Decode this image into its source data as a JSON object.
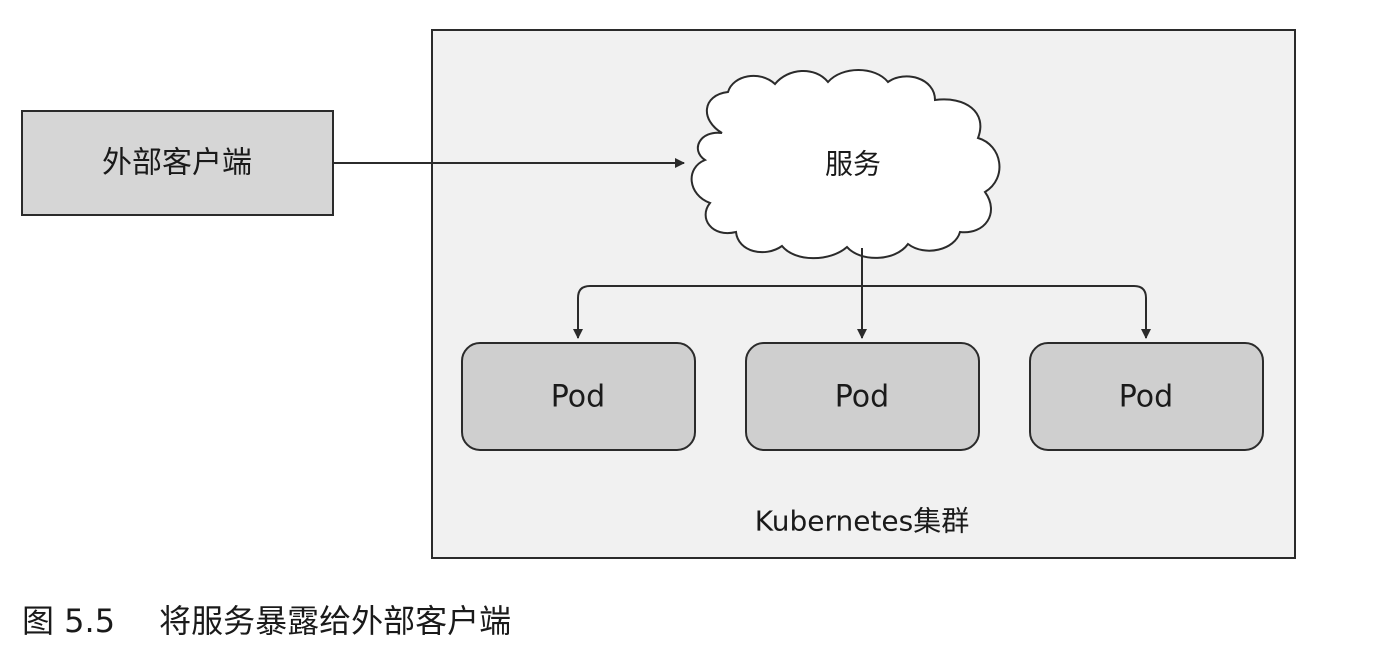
{
  "diagram": {
    "external_client_label": "外部客户端",
    "service_label": "服务",
    "pod_labels": [
      "Pod",
      "Pod",
      "Pod"
    ],
    "cluster_label": "Kubernetes集群"
  },
  "caption": {
    "figure_number": "图 5.5",
    "title": "将服务暴露给外部客户端"
  },
  "colors": {
    "box_fill": "#d6d6d6",
    "pod_fill": "#cfcfcf",
    "cluster_fill": "#f1f1f1",
    "stroke": "#2b2b2b"
  }
}
